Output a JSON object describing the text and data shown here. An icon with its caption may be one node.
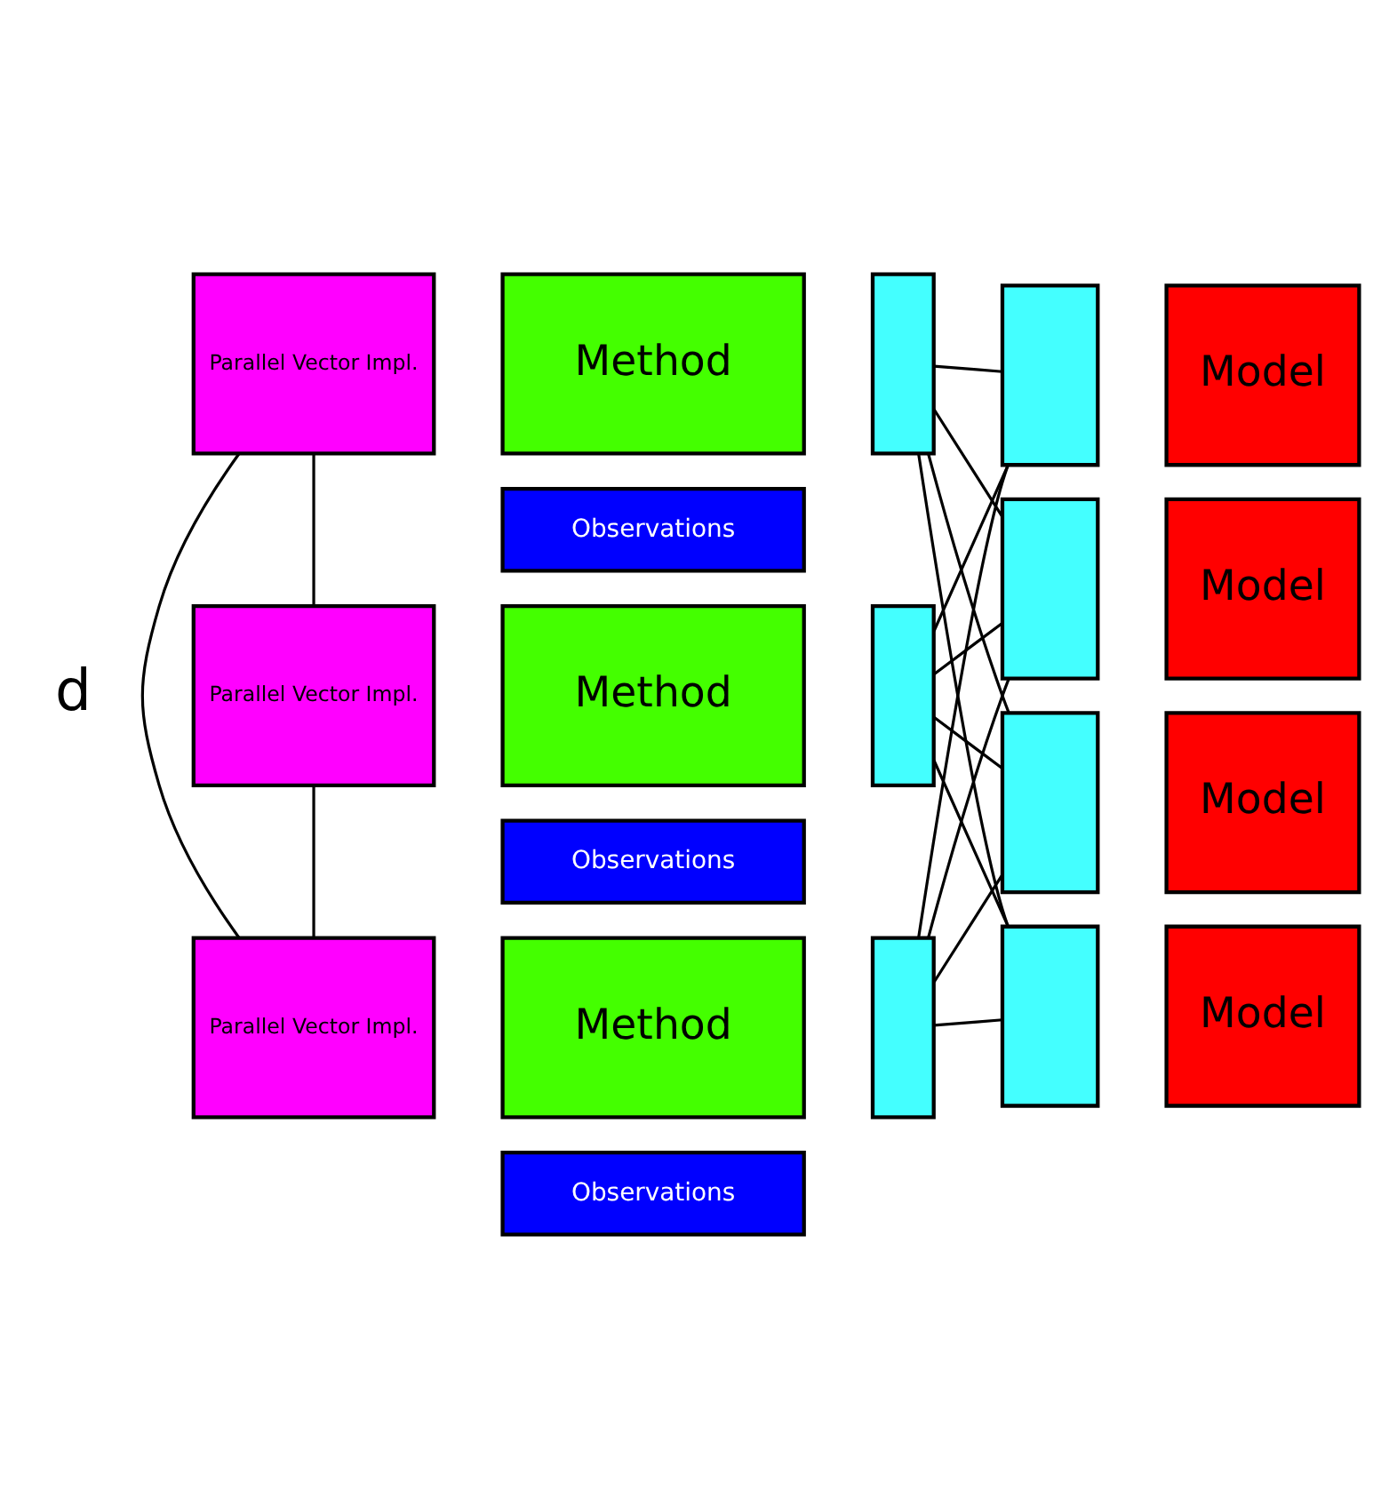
{
  "diagram": {
    "nodes": [
      {
        "text": [
          "Parallel Vector Impl."
        ]
      },
      {
        "text": [
          "Method"
        ]
      },
      {
        "text": [],
        "shape": "box"
      },
      {
        "text": [
          "Observations"
        ]
      },
      {
        "text": [
          "Parallel Vector Impl."
        ]
      },
      {
        "text": [
          "Method"
        ]
      },
      {
        "text": [],
        "shape": "box"
      },
      {
        "text": [
          "Observations"
        ]
      },
      {
        "text": [
          "Parallel Vector Impl."
        ]
      },
      {
        "text": [
          "Method"
        ]
      },
      {
        "text": [],
        "shape": "box"
      },
      {
        "text": [
          "Observations"
        ]
      },
      {
        "text": [],
        "shape": "box"
      },
      {
        "text": [
          "Model"
        ]
      },
      {
        "text": [],
        "shape": "box"
      },
      {
        "text": [
          "Model"
        ]
      },
      {
        "text": [],
        "shape": "box"
      },
      {
        "text": [
          "Model"
        ]
      },
      {
        "text": [],
        "shape": "box"
      },
      {
        "text": [
          "Model"
        ]
      }
    ],
    "edges": [
      {
        "from": 2,
        "to": 12,
        "arrow": "none"
      },
      {
        "from": 2,
        "to": 14,
        "arrow": "none"
      },
      {
        "from": 2,
        "to": 16,
        "arrow": "none"
      },
      {
        "from": 2,
        "to": 18,
        "arrow": "none"
      },
      {
        "from": 6,
        "to": 12,
        "arrow": "none"
      },
      {
        "from": 6,
        "to": 14,
        "arrow": "none"
      },
      {
        "from": 6,
        "to": 16,
        "arrow": "none"
      },
      {
        "from": 6,
        "to": 18,
        "arrow": "none"
      },
      {
        "from": 10,
        "to": 12,
        "arrow": "none"
      },
      {
        "from": 10,
        "to": 14,
        "arrow": "none"
      },
      {
        "from": 10,
        "to": 16,
        "arrow": "none"
      },
      {
        "from": 10,
        "to": 18,
        "arrow": "none"
      },
      {
        "from": 0,
        "to": 4,
        "arrow": "none"
      },
      {
        "from": 4,
        "to": 8,
        "arrow": "none"
      },
      {
        "from": 0,
        "to": 8,
        "arrow": "none"
      }
    ],
    "labels": [
      "d"
    ]
  }
}
